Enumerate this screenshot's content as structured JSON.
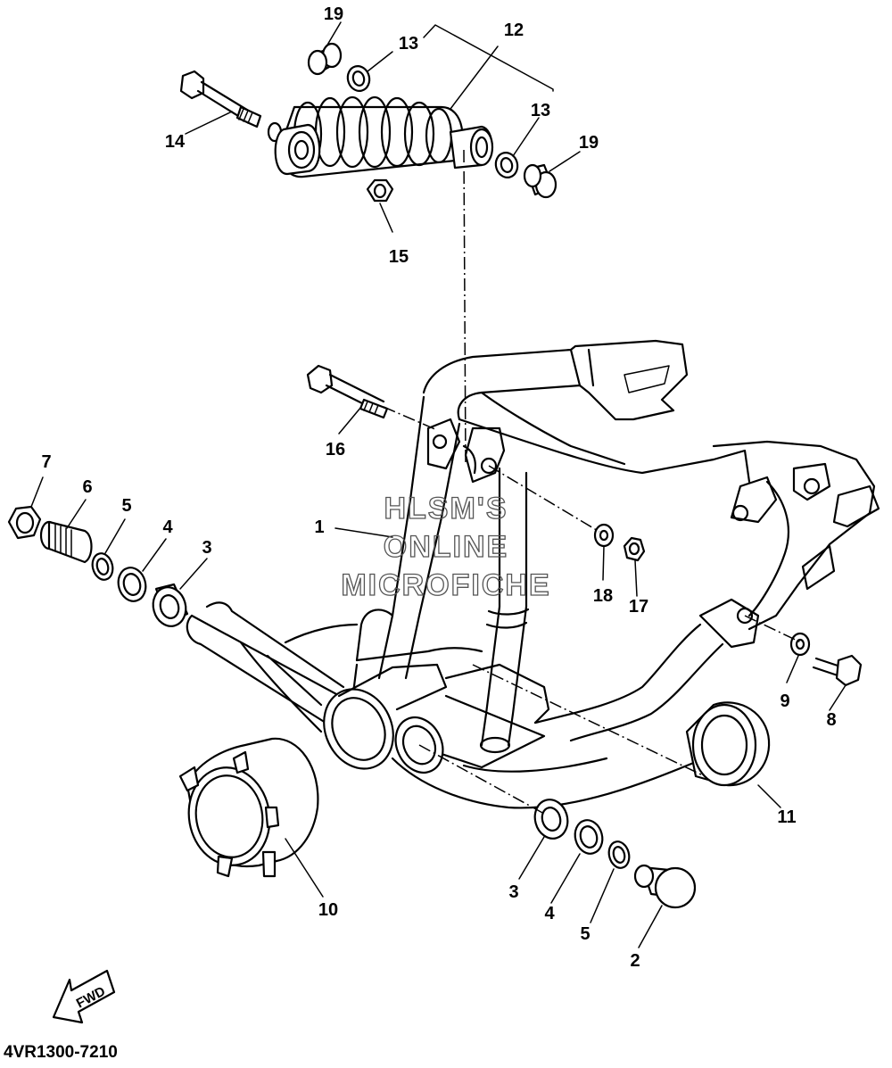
{
  "diagram": {
    "code": "4VR1300-7210",
    "watermark": [
      "HLSM'S",
      "ONLINE",
      "MICROFICHE"
    ],
    "direction_label": "FWD",
    "callouts": {
      "c19a": "19",
      "c13a": "13",
      "c12": "12",
      "c13b": "13",
      "c19b": "19",
      "c14": "14",
      "c15": "15",
      "c16": "16",
      "c7": "7",
      "c6": "6",
      "c5a": "5",
      "c4a": "4",
      "c3a": "3",
      "c1": "1",
      "c18": "18",
      "c17": "17",
      "c9": "9",
      "c8": "8",
      "c11": "11",
      "c10": "10",
      "c3b": "3",
      "c4b": "4",
      "c5b": "5",
      "c2": "2"
    }
  }
}
